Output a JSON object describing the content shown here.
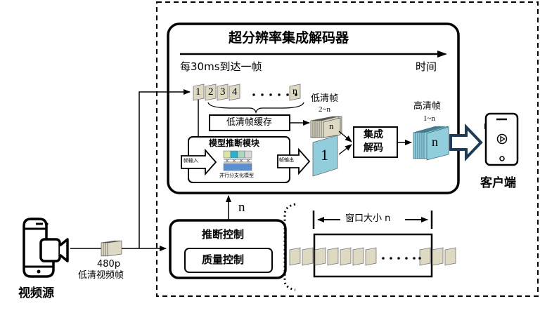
{
  "decoder": {
    "title": "超分辨率集成解码器",
    "arrival_label": "每30ms到达一帧",
    "time_label": "时间",
    "frames": [
      "1",
      "2",
      "3",
      "4",
      "n"
    ],
    "ellipsis": "......",
    "lowres_buffer_label": "低清帧缓存",
    "lowres_stack_title": "低清帧",
    "lowres_stack_range": "2~n",
    "lowres_stack_face": "n",
    "inference_module": {
      "title": "模型推断模块",
      "input_label": "帧输入",
      "output_label": "帧输出",
      "model_label": "并行分支化模型",
      "model_colors": [
        "#d6e6a8",
        "#2bb0d0",
        "#a8d8c0",
        "#d8d8d8",
        "#5b8fd0"
      ]
    },
    "sr_frame_label": "1",
    "ensemble_decode_label_line1": "集成",
    "ensemble_decode_label_line2": "解码",
    "highres_stack_title": "高清帧",
    "highres_stack_range": "1~n",
    "highres_stack_face": "n"
  },
  "client": {
    "label": "客户端",
    "icon": "phone-play-icon"
  },
  "source": {
    "label": "视频源",
    "icon": "phone-camera-icon",
    "stream_resolution": "480p",
    "stream_label": "低清视频帧"
  },
  "controller": {
    "title": "推断控制",
    "inner_label": "质量控制",
    "n_label": "n"
  },
  "window": {
    "label": "窗口大小 n",
    "ellipsis": "......"
  },
  "colors": {
    "lowres_frame": "#ddd9c3",
    "highres_frame": "#92cddc",
    "client_arrow": "#1f3a55",
    "stroke": "#000000"
  }
}
